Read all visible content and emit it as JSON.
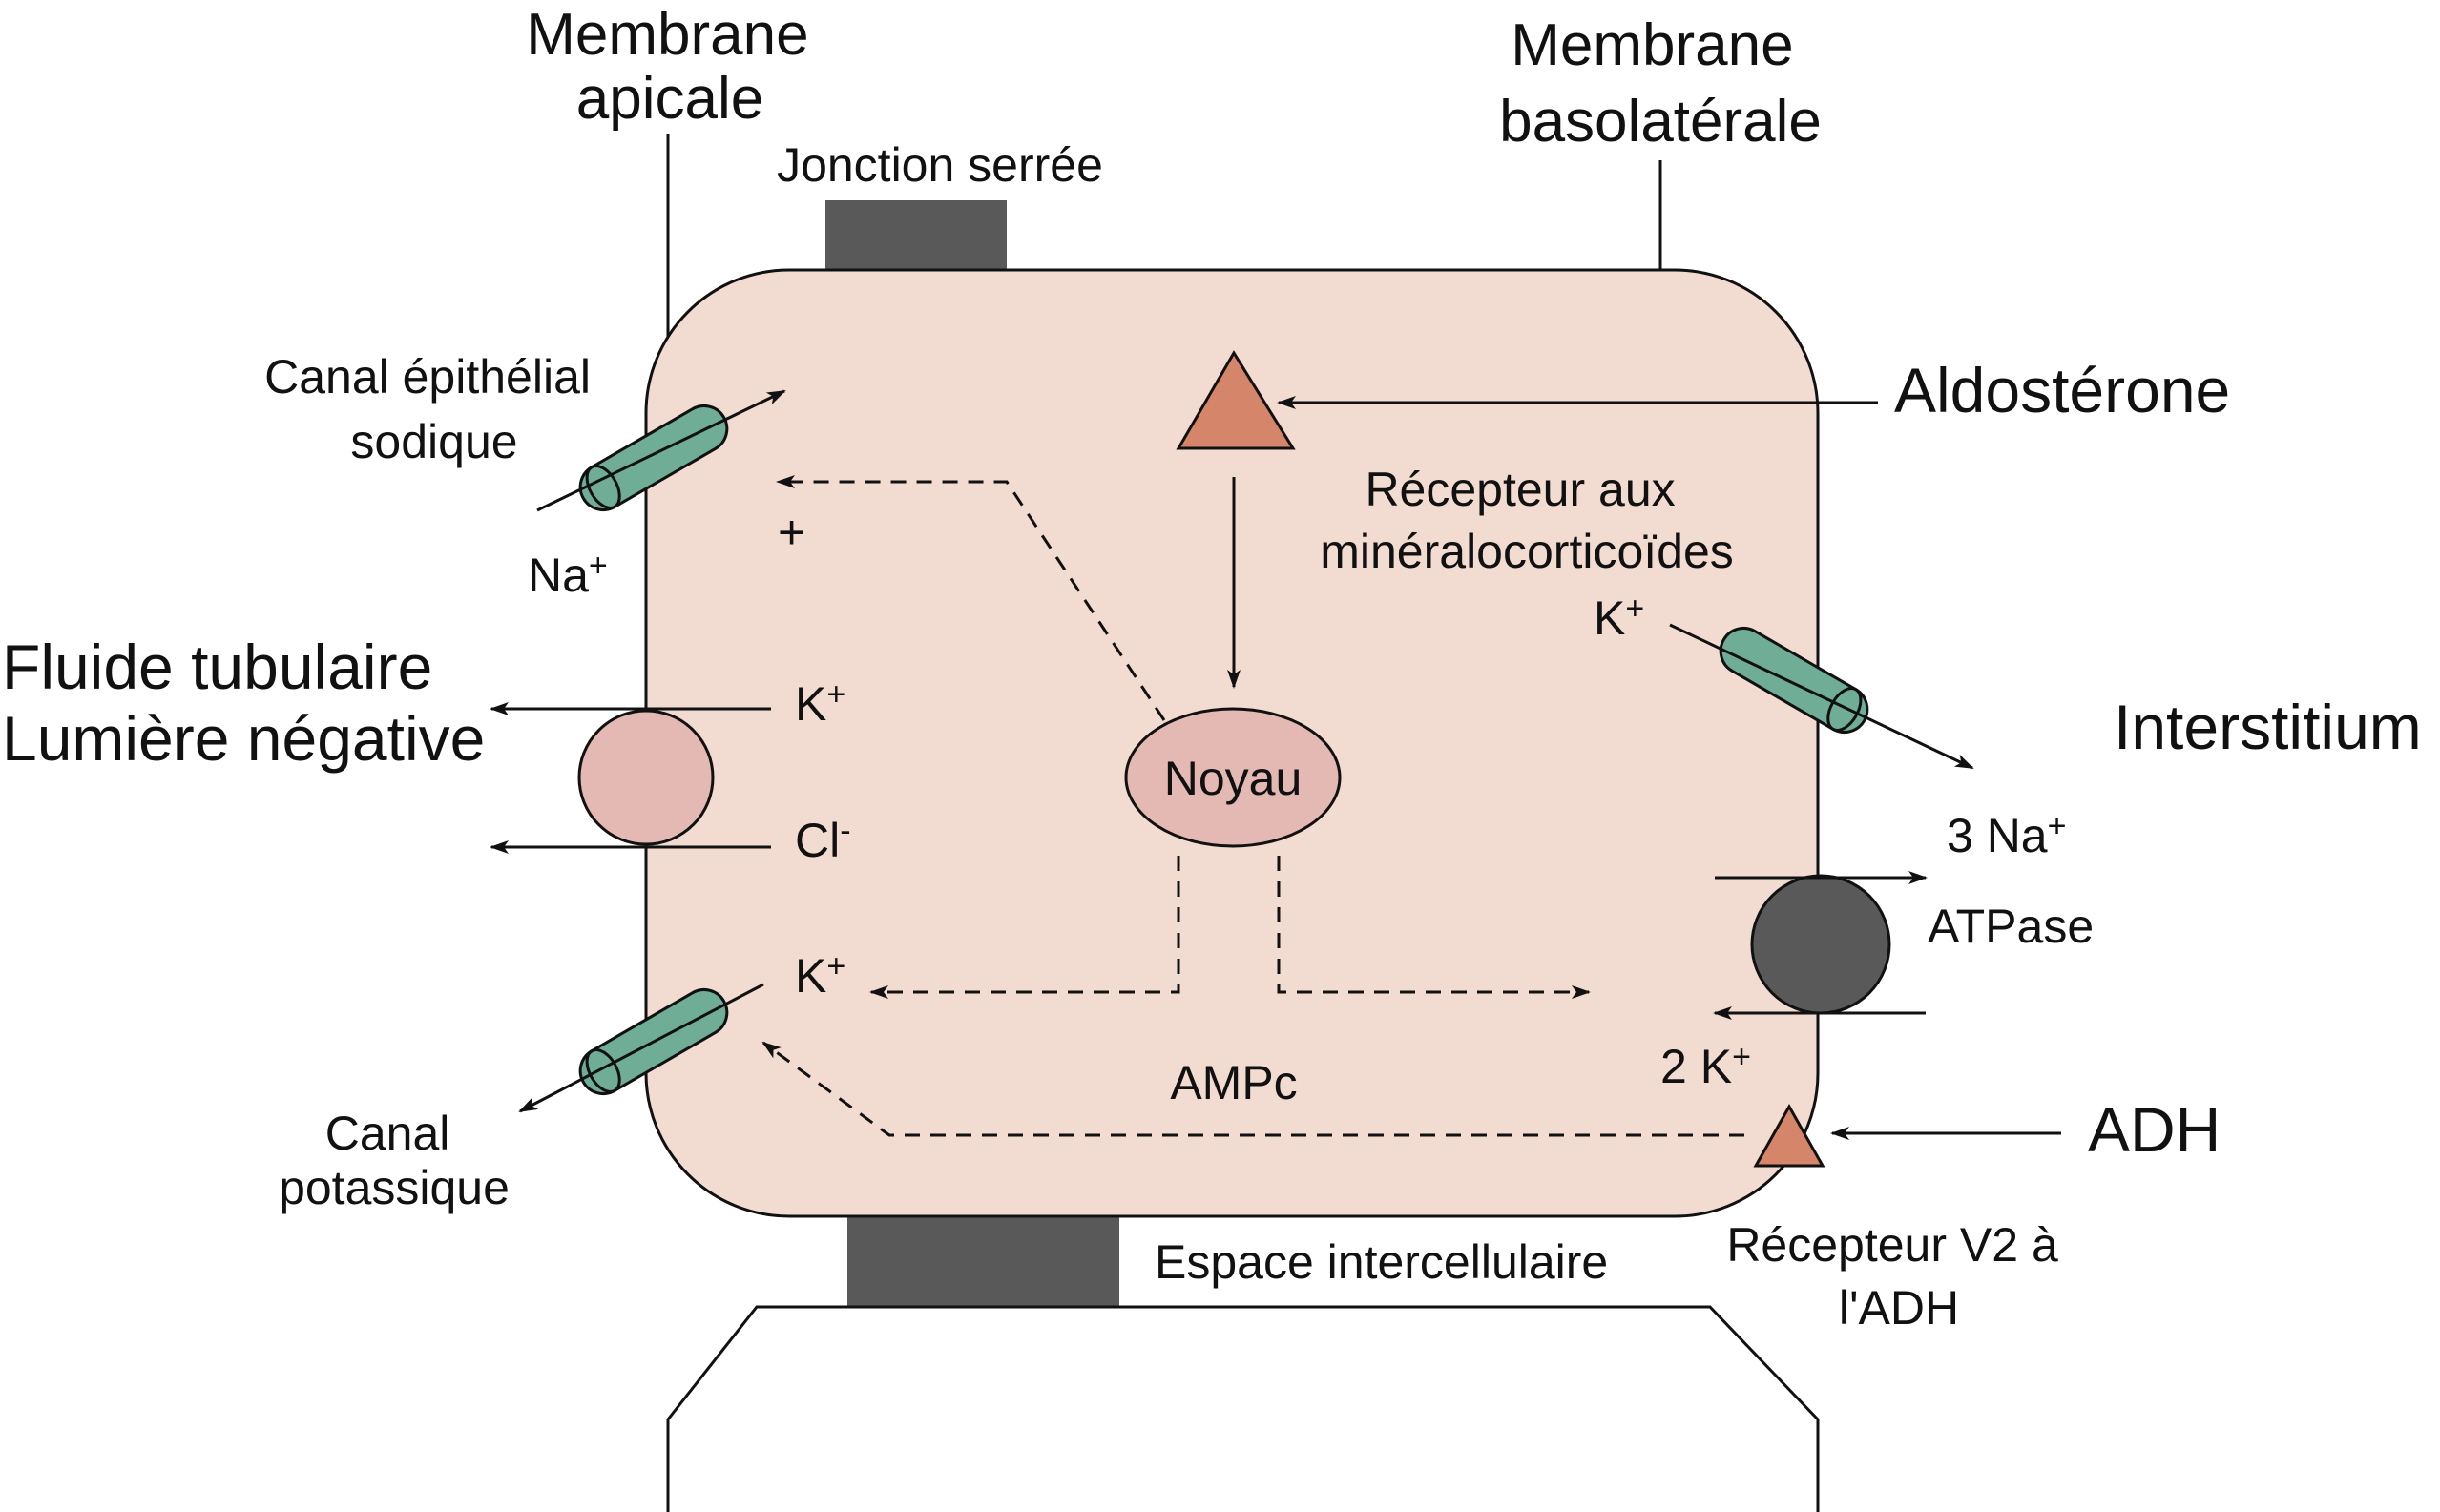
{
  "labels": {
    "apical_line1": "Membrane",
    "apical_line2": "apicale",
    "basolateral_line1": "Membrane",
    "basolateral_line2": "basolatérale",
    "tight_junction": "Jonction serrée",
    "enac_line1": "Canal épithélial",
    "enac_line2": "sodique",
    "na": "Na",
    "plus_sign": "+",
    "tubular_line1": "Fluide tubulaire",
    "tubular_line2": "Lumière négative",
    "k_top": "K",
    "cl": "Cl",
    "cl_sup": "-",
    "k_low": "K",
    "k_channel_line1": "Canal",
    "k_channel_line2": "potassique",
    "aldosterone": "Aldostérone",
    "mr_line1": "Récepteur aux",
    "mr_line2": "minéralocorticoïdes",
    "k_baso": "K",
    "interstitium": "Interstitium",
    "na3": "3 Na",
    "atpase": "ATPase",
    "k2": "2 K",
    "nucleus": "Noyau",
    "camp": "AMPc",
    "adh": "ADH",
    "v2_line1": "Récepteur V2 à",
    "v2_line2": "l'ADH",
    "intercellular": "Espace intercellulaire"
  },
  "colors": {
    "cell_fill": "#f2dbd0",
    "channel_fill": "#6fad96",
    "cotransporter_fill": "#e4b9b3",
    "nucleus_fill": "#e4b9b3",
    "receptor_fill": "#d4856a",
    "pump_fill": "#595959",
    "junction_fill": "#595959",
    "line": "#111111"
  }
}
